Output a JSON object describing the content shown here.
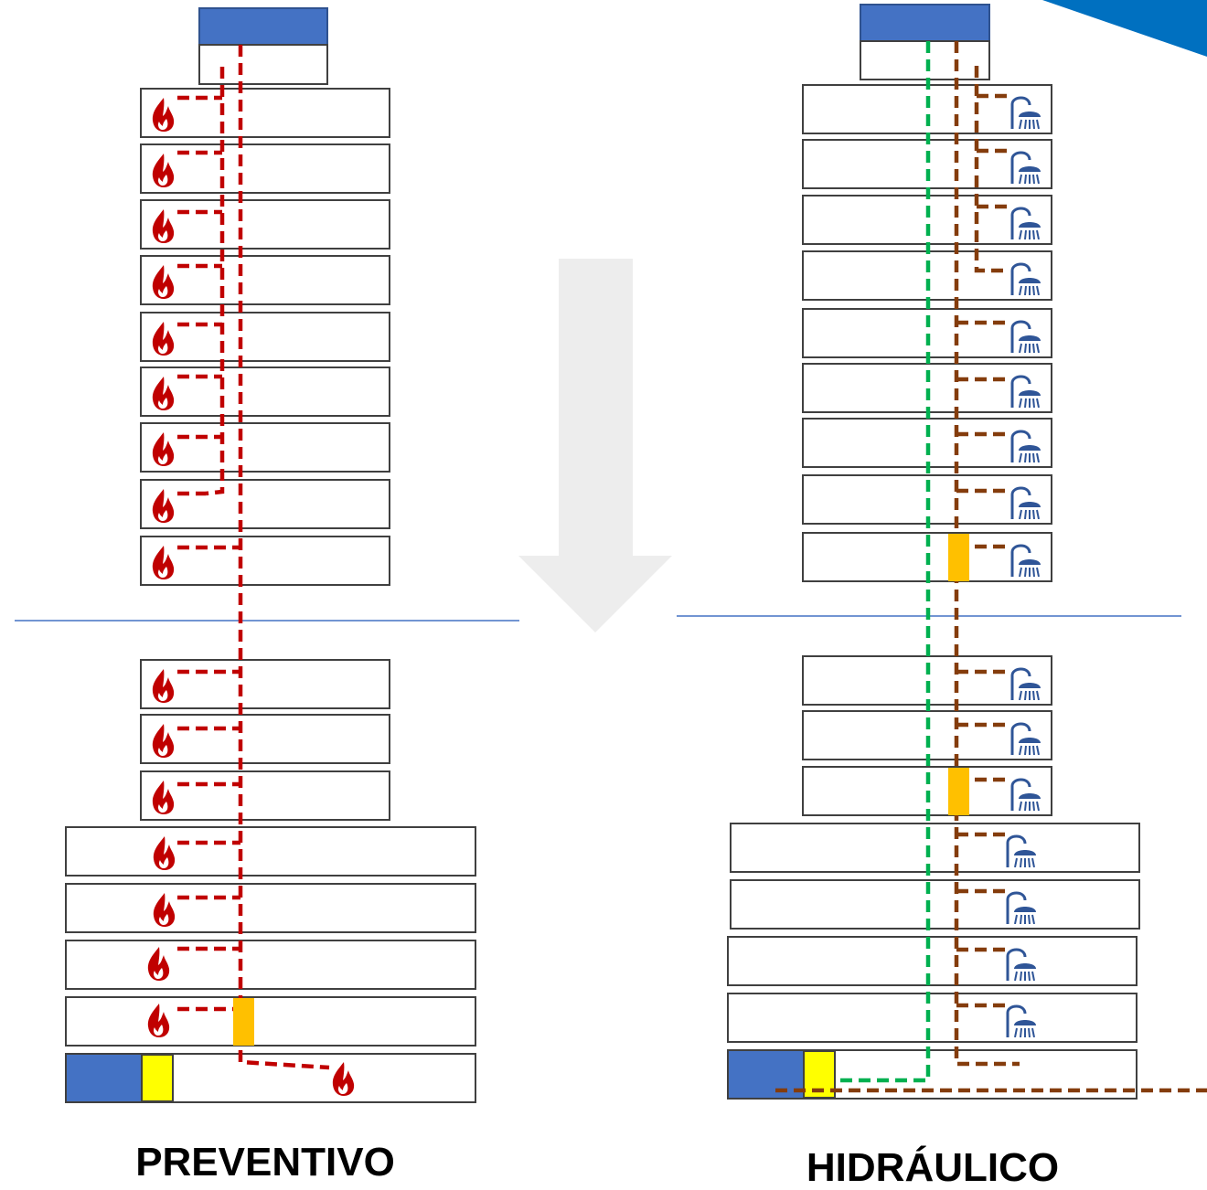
{
  "captions": {
    "left": "PREVENTIVO",
    "right": "HIDRÁULICO"
  },
  "icons": {
    "fire": "fire-icon",
    "shower": "shower-icon",
    "arrow": "down-arrow-icon",
    "corner": "corner-decoration"
  },
  "colors": {
    "tank_blue": "#4472C4",
    "pump_yellow": "#FFFF00",
    "valve_orange": "#FFC000",
    "fire_red": "#C00000",
    "pipe_red": "#C00000",
    "pipe_green": "#00B050",
    "pipe_brown": "#843C0C",
    "shower_blue": "#2F5597",
    "divider_blue": "#4472C4",
    "arrow_gray": "#EDEDED",
    "corner_blue": "#0070C0"
  }
}
